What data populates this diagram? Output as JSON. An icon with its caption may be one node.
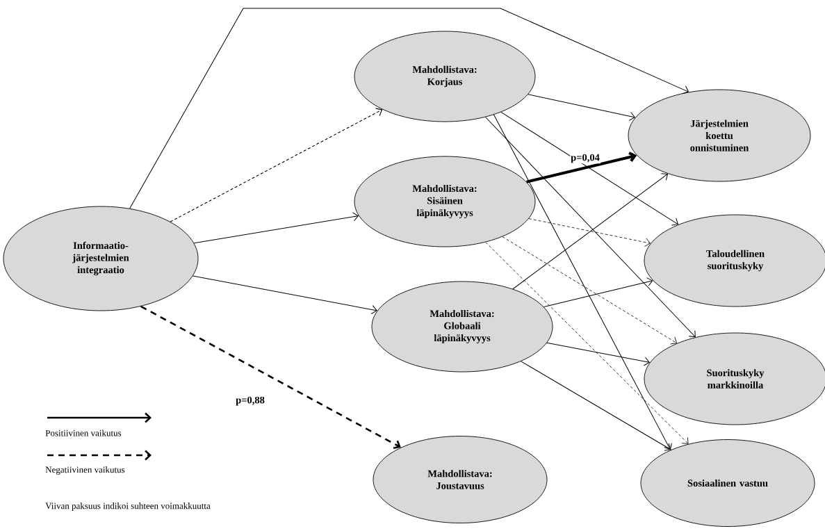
{
  "diagram": {
    "nodes": [
      {
        "text": [
          "Informaatio-järjestelmien integraatio"
        ]
      },
      {
        "text": [
          "Mahdollistava: Korjaus"
        ]
      },
      {
        "text": [
          "Mahdollistava: Sisäinen läpinäkyvyys"
        ]
      },
      {
        "text": [
          "Mahdollistava: Globaali läpinäkyvyys"
        ]
      },
      {
        "text": [
          "Mahdollistava: Joustavuus"
        ]
      },
      {
        "text": [
          "Järjestelmien koettu onnistuminen"
        ]
      },
      {
        "text": [
          "Taloudellinen suorituskyky"
        ]
      },
      {
        "text": [
          "Suorituskyky markkinoilla"
        ]
      },
      {
        "text": [
          "Sosiaalinen vastuu"
        ]
      }
    ],
    "edges": [
      {
        "from": 0,
        "to": 5,
        "arrow": "to"
      },
      {
        "from": 0,
        "to": 1,
        "arrow": "to",
        "style": "dashed"
      },
      {
        "from": 0,
        "to": 2,
        "arrow": "to"
      },
      {
        "from": 0,
        "to": 3,
        "arrow": "to"
      },
      {
        "from": 0,
        "to": 4,
        "arrow": "to",
        "style": "dashed",
        "label": "p=0,88"
      },
      {
        "from": 1,
        "to": 5,
        "arrow": "to"
      },
      {
        "from": 1,
        "to": 6,
        "arrow": "to"
      },
      {
        "from": 1,
        "to": 7,
        "arrow": "to"
      },
      {
        "from": 1,
        "to": 8,
        "arrow": "to"
      },
      {
        "from": 2,
        "to": 5,
        "arrow": "to",
        "style": "thick",
        "label": "p=0,04"
      },
      {
        "from": 2,
        "to": 6,
        "arrow": "to",
        "style": "dashed"
      },
      {
        "from": 2,
        "to": 7,
        "arrow": "to",
        "style": "dashed"
      },
      {
        "from": 2,
        "to": 8,
        "arrow": "to",
        "style": "dashed"
      },
      {
        "from": 3,
        "to": 5,
        "arrow": "to"
      },
      {
        "from": 3,
        "to": 6,
        "arrow": "to"
      },
      {
        "from": 3,
        "to": 7,
        "arrow": "to"
      },
      {
        "from": 3,
        "to": 8,
        "arrow": "to"
      }
    ],
    "labels": [
      "Viivan paksuus indikoi suhteen voimakkuutta"
    ],
    "legend": [
      {
        "text": "Positiivinen vaikutus"
      },
      {
        "text": "Negatiivinen vaikutus"
      }
    ]
  }
}
